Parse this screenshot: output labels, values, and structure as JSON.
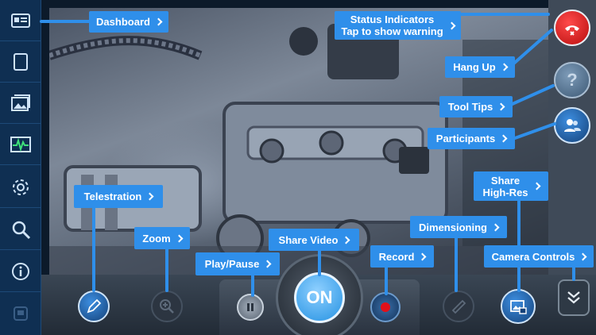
{
  "callouts": {
    "dashboard": "Dashboard",
    "status_line1": "Status Indicators",
    "status_line2": "Tap to show warning",
    "hang_up": "Hang Up",
    "tool_tips": "Tool Tips",
    "participants": "Participants",
    "telestration": "Telestration",
    "zoom": "Zoom",
    "share_video": "Share Video",
    "play_pause": "Play/Pause",
    "record": "Record",
    "dimensioning": "Dimensioning",
    "share_highres_line1": "Share",
    "share_highres_line2": "High-Res",
    "camera_controls": "Camera Controls"
  },
  "controls": {
    "share_video_state": "ON",
    "tool_tips_glyph": "?"
  },
  "sidebar_icons": [
    "dashboard-card-icon",
    "book-icon",
    "gallery-icon",
    "waveform-icon",
    "gear-icon",
    "search-icon",
    "info-icon",
    "storage-icon"
  ],
  "colors": {
    "callout": "#2f8fea",
    "sidebar": "#0f2f52",
    "hangup": "#d11a1a",
    "on_button": "#3aa6f0",
    "record_dot": "#e2101a"
  }
}
